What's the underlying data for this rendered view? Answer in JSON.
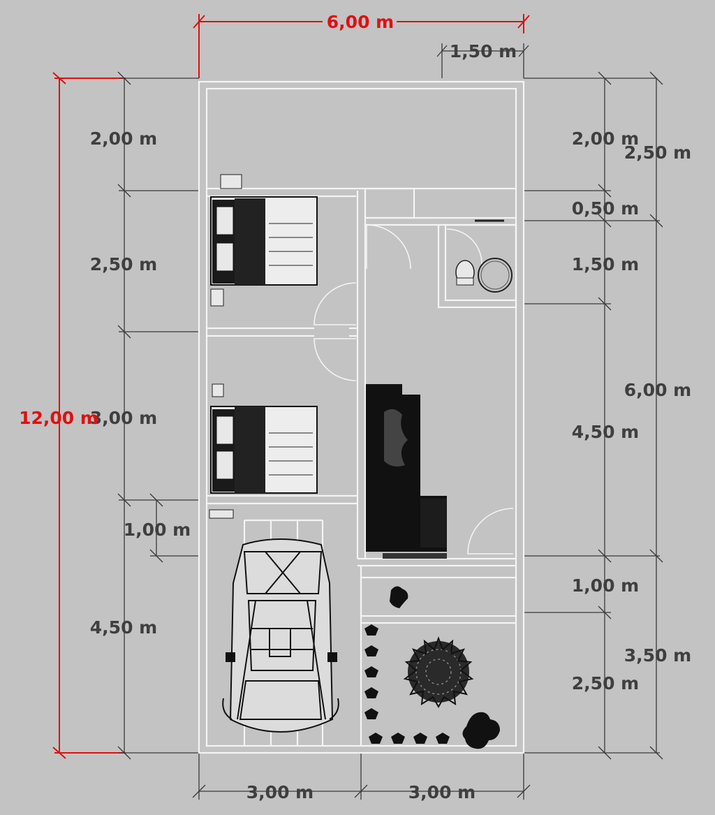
{
  "diagram": {
    "labels_red": {
      "top_width": "6,00 m",
      "left_height": "12,00 m"
    },
    "labels_top": {
      "top_small": "1,50 m"
    },
    "labels_left": [
      "2,00 m",
      "2,50 m",
      "3,00 m",
      "1,00 m",
      "4,50 m"
    ],
    "labels_right_inner": [
      "2,00 m",
      "0,50 m",
      "1,50 m",
      "4,50 m",
      "1,00 m",
      "2,50 m"
    ],
    "labels_right_outer": [
      "2,50 m",
      "6,00 m",
      "3,50 m"
    ],
    "labels_bottom": [
      "3,00 m",
      "3,00 m"
    ],
    "colors": {
      "background": "#c3c3c3",
      "dimension_red": "#e01010",
      "dimension_gray": "#3f3f3f",
      "wall": "#f4f4f4",
      "furniture": "#111111"
    },
    "icons": [
      "bed-icon",
      "car-icon",
      "sofa-icon",
      "toilet-icon",
      "shower-icon",
      "plant-icon",
      "tree-icon",
      "door-swing-icon"
    ]
  }
}
